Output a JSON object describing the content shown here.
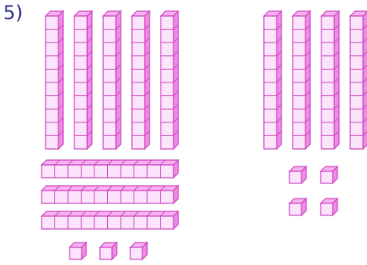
{
  "problem": {
    "number_label": "5)"
  },
  "colors": {
    "fill": "#fce4fc",
    "top": "#f7b2f2",
    "side": "#ef8ce6",
    "stroke": "#cc44bf"
  },
  "left_group": {
    "rods": 5,
    "flats": 3,
    "units": 3
  },
  "right_group": {
    "rods": 4,
    "units": 4
  },
  "block_legend": {
    "rod_cubes": 10,
    "flat_cubes": 10
  }
}
